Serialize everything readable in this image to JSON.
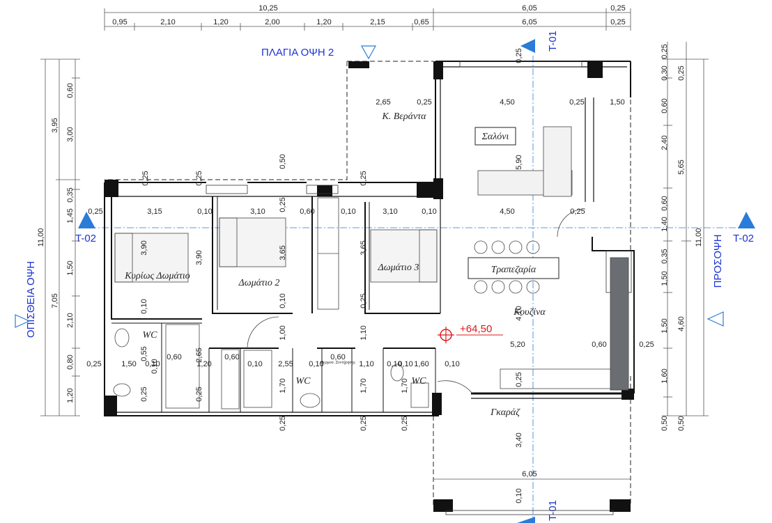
{
  "colors": {
    "wall": "#111111",
    "section_marker": "#2b7bd8",
    "view_label": "#1a33d6",
    "elevation_marker": "#e01818"
  },
  "view_labels": {
    "top": "ΠΛΑΓΙΑ ΟΨΗ 2",
    "left": "ΟΠΙΣΘΕΙΑ ΟΨΗ",
    "right": "ΠΡΟΣΟΨΗ"
  },
  "sections": {
    "t01": "T-01",
    "t02": "T-02"
  },
  "elevation": "+64,50",
  "rooms": {
    "veranda": "Κ. Βεράντα",
    "living": "Σαλόνι",
    "dining": "Τραπεζαρία",
    "kitchen": "Κουζίνα",
    "master": "Κυρίως Δωμάτιο",
    "room2": "Δωμάτιο 2",
    "room3": "Δωμάτιο 3",
    "wc1": "WC",
    "wc2": "WC",
    "wc3": "WC",
    "garage": "Γκαράζ",
    "boiler": "Θερμοσ. Συντήρησης"
  },
  "dims_top": {
    "overall_left": "10,25",
    "overall_right": "6,05",
    "overall_end": "0,25",
    "s1": "0,95",
    "s2": "2,10",
    "s3": "1,20",
    "s4": "2,00",
    "s5": "1,20",
    "s6": "2,15",
    "s7": "0,65",
    "s8": "6,05",
    "s9": "0,25"
  },
  "dims_left": {
    "total": "11,00",
    "upper": "3,95",
    "lower": "7,05",
    "a1": "0,60",
    "a2": "3,00",
    "a3": "0,35",
    "a4": "1,45",
    "a5": "1,50",
    "a6": "2,10",
    "a7": "0,80",
    "a8": "1,20"
  },
  "dims_right": {
    "total": "11,00",
    "big": "5,65",
    "low": "4,60",
    "b1": "0,25",
    "b2": "0,30",
    "b3": "0,25",
    "b4": "0,60",
    "b5": "2,40",
    "b6": "0,60",
    "b7": "1,40",
    "b8": "0,35",
    "b9": "1,50",
    "b10": "1,50",
    "b11": "1,60",
    "b12": "0,50",
    "b13": "0,50"
  },
  "dims_inner": {
    "r1a": "0,25",
    "r1b": "3,15",
    "r1c": "0,10",
    "r1d": "3,10",
    "r1e": "0,60",
    "r1f": "0,10",
    "r1g": "3,10",
    "r1h": "0,10",
    "r1i": "4,50",
    "r1j": "0,25",
    "v1": "2,65",
    "v2": "0,25",
    "v3": "4,50",
    "v4": "0,25",
    "v5": "1,50",
    "c1": "0,25",
    "c2": "0,25",
    "c3": "0,50",
    "c4": "0,25",
    "c5": "0,25",
    "c6": "0,25",
    "h1": "3,90",
    "h2": "3,90",
    "h3": "3,65",
    "h4": "3,65",
    "h5": "5,90",
    "k1": "0,10",
    "k2": "0,10",
    "k3": "4,10",
    "k4": "1,00",
    "k5": "1,10",
    "k6": "0,55",
    "k7": "0,10",
    "k8": "2,65",
    "k9": "0,60",
    "k10": "0,25",
    "k11": "0,60",
    "k12": "0,60",
    "k13": "5,20",
    "k14": "0,60",
    "k15": "0,25",
    "m1": "0,25",
    "m2": "1,50",
    "m3": "0,10",
    "m4": "1,20",
    "m5": "0,10",
    "m6": "2,55",
    "m7": "0,10",
    "m8": "1,10",
    "m9": "0,10",
    "m10": "0,10",
    "m11": "1,60",
    "m12": "0,10",
    "n1": "1,70",
    "n2": "1,70",
    "n3": "1,70",
    "n4": "0,25",
    "p1": "0,25",
    "p2": "0,25",
    "p3": "0,25",
    "p4": "0,25",
    "g1": "3,40",
    "g2": "6,05",
    "g3": "0,10"
  }
}
